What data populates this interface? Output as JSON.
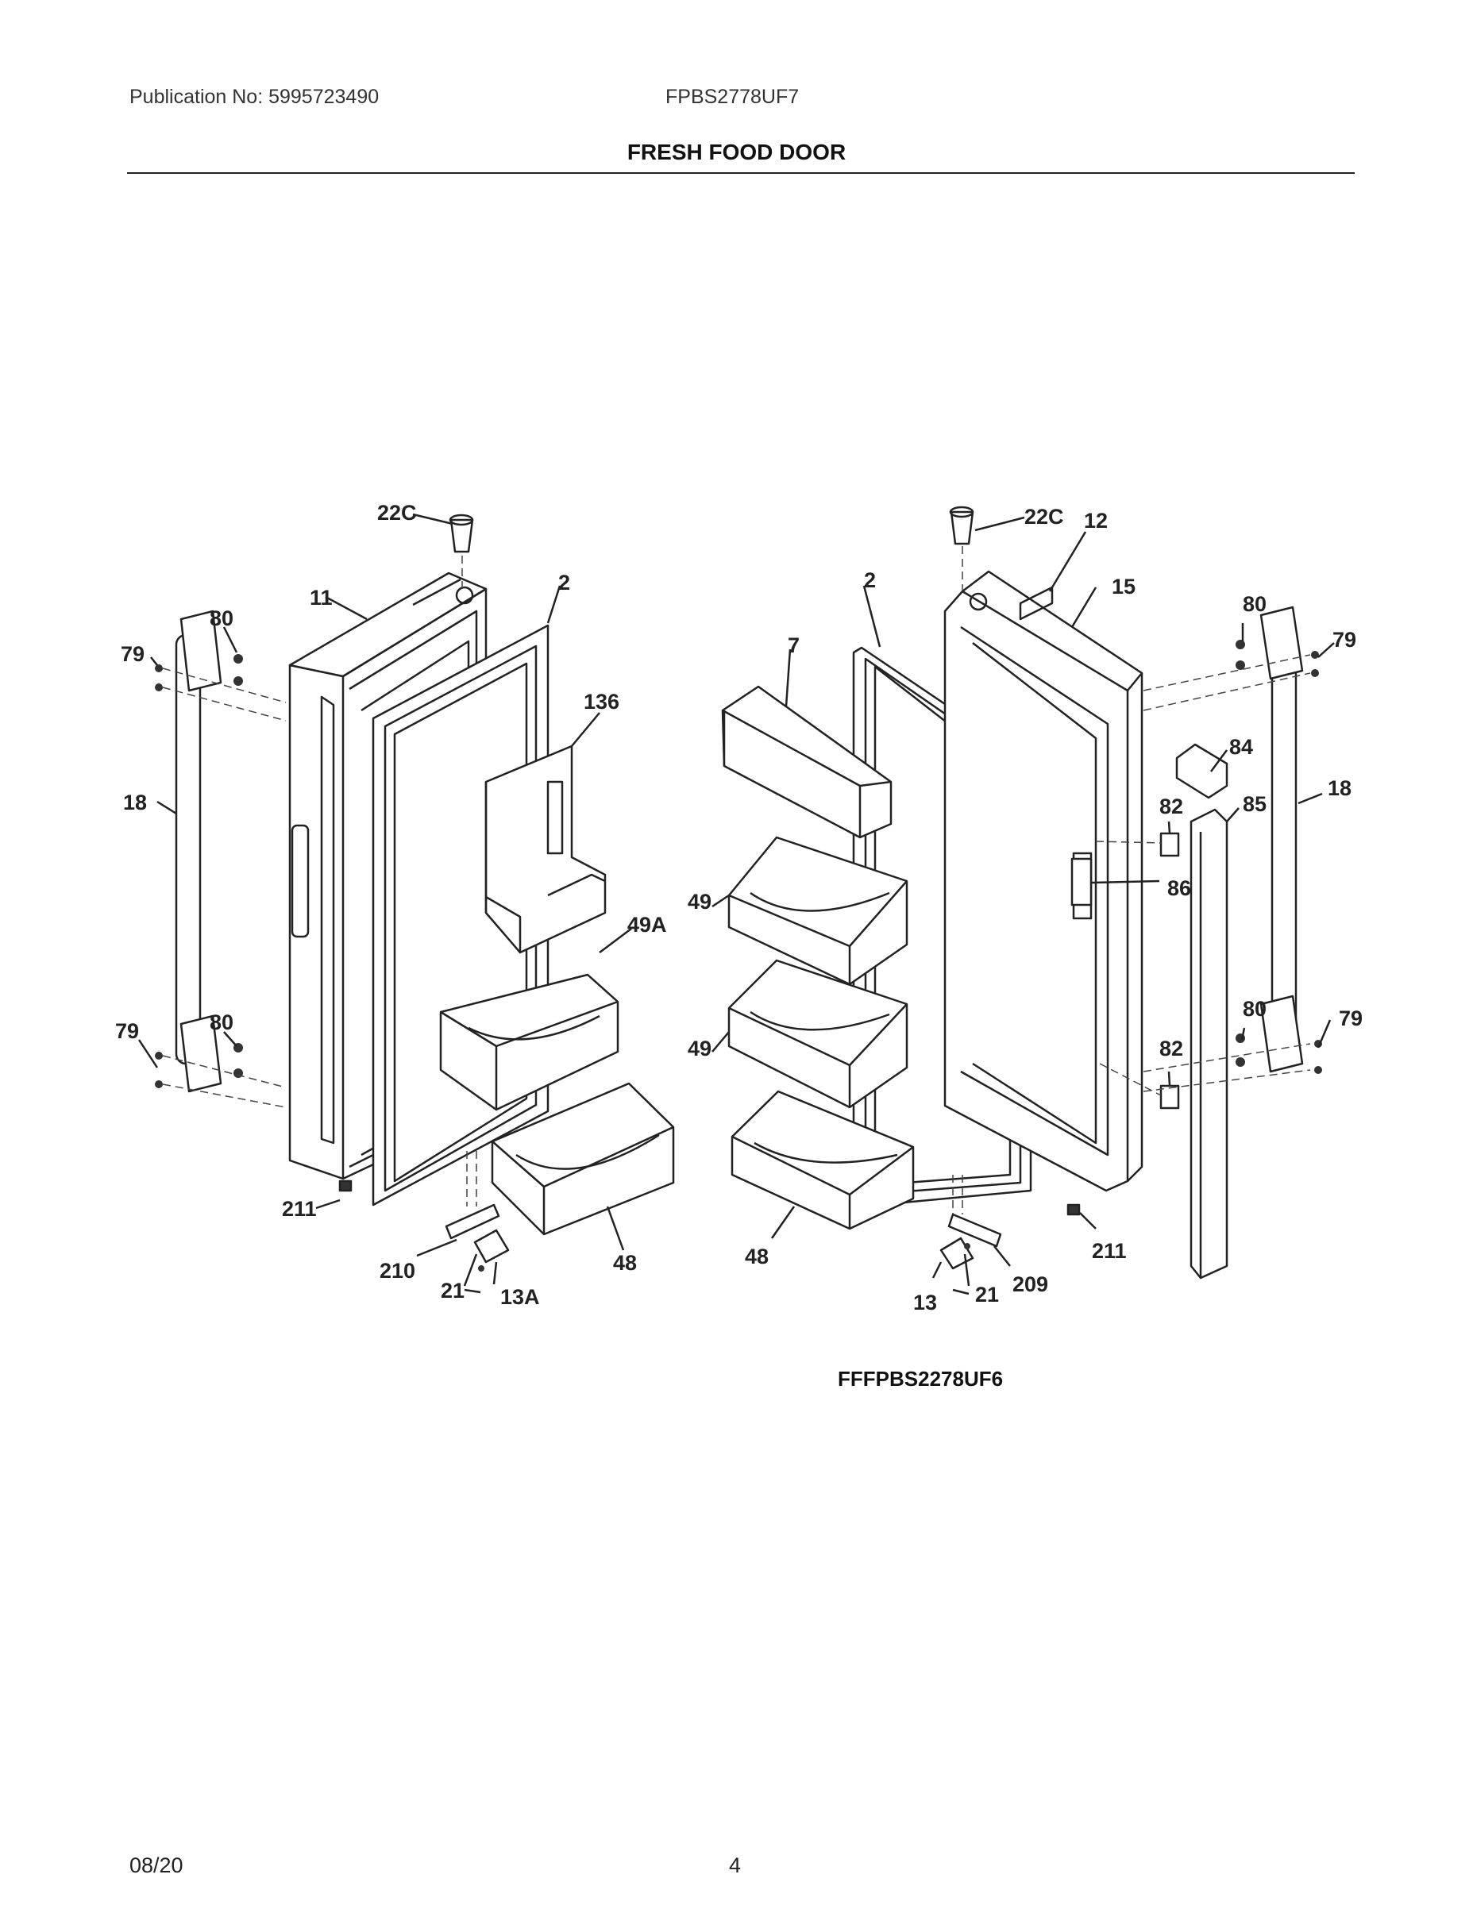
{
  "header": {
    "publication": "Publication No: 5995723490",
    "model": "FPBS2778UF7",
    "section_title": "FRESH FOOD DOOR"
  },
  "callouts": {
    "c22c_left": "22C",
    "c22c_right": "22C",
    "c11": "11",
    "c2_left": "2",
    "c2_right": "2",
    "c12": "12",
    "c15": "15",
    "c7": "7",
    "c136": "136",
    "c80_tl": "80",
    "c80_bl": "80",
    "c80_tr": "80",
    "c80_br": "80",
    "c79_tl": "79",
    "c79_bl": "79",
    "c79_tr": "79",
    "c79_br": "79",
    "c18_left": "18",
    "c18_right": "18",
    "c84": "84",
    "c82_top": "82",
    "c82_bot": "82",
    "c85": "85",
    "c86": "86",
    "c49a": "49A",
    "c49_top": "49",
    "c49_bot": "49",
    "c48_left": "48",
    "c48_right": "48",
    "c211_left": "211",
    "c211_right": "211",
    "c210": "210",
    "c209": "209",
    "c21_left": "21",
    "c21_right": "21",
    "c13a": "13A",
    "c13": "13"
  },
  "variant_label": "FFFPBS2278UF6",
  "footer": {
    "date": "08/20",
    "page": "4"
  }
}
